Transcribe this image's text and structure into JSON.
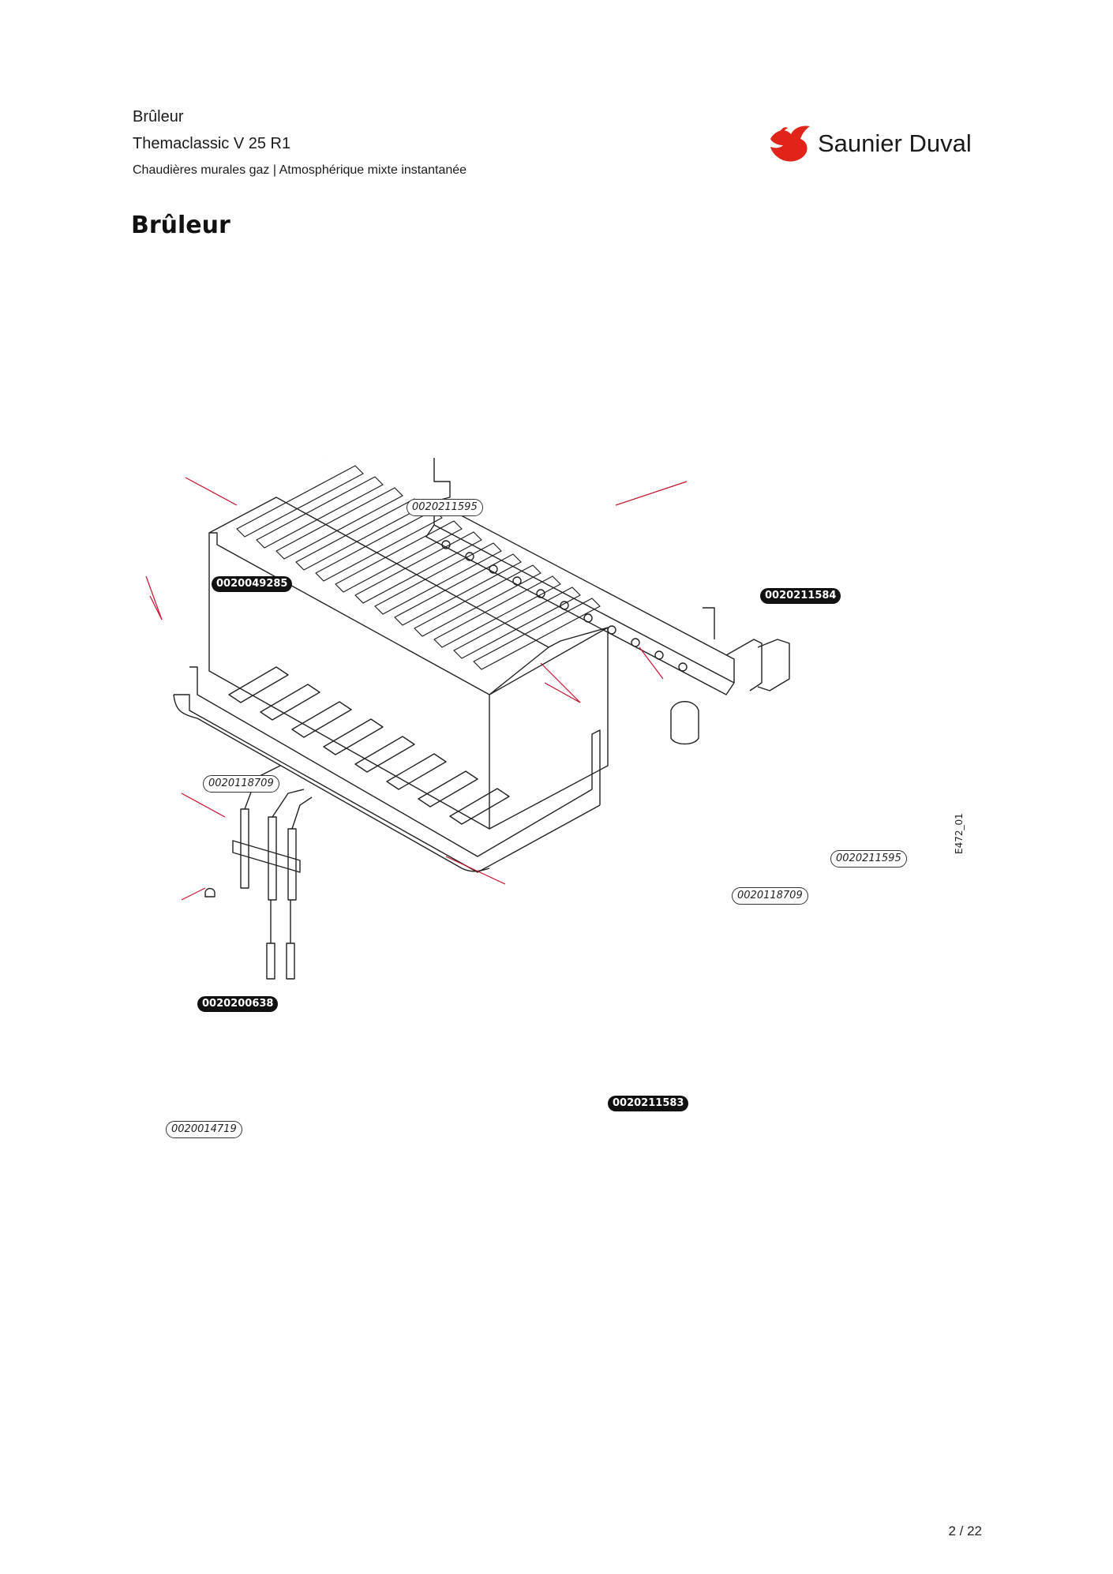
{
  "header": {
    "category": "Brûleur",
    "model": "Themaclassic V 25 R1",
    "subtitle": "Chaudières murales gaz | Atmosphérique mixte instantanée"
  },
  "brand": {
    "name": "Saunier Duval",
    "accent_color": "#e2231a",
    "icon": "bird-logo-icon"
  },
  "page_title": "Brûleur",
  "figure_code": "E472_01",
  "callouts": [
    {
      "id": "0020211595",
      "style": "outline"
    },
    {
      "id": "0020049285",
      "style": "filled"
    },
    {
      "id": "0020211584",
      "style": "filled"
    },
    {
      "id": "0020118709",
      "style": "outline"
    },
    {
      "id": "0020211595",
      "style": "outline"
    },
    {
      "id": "0020118709",
      "style": "outline"
    },
    {
      "id": "0020200638",
      "style": "filled"
    },
    {
      "id": "0020211583",
      "style": "filled"
    },
    {
      "id": "0020014719",
      "style": "outline"
    }
  ],
  "page_number": "2 / 22"
}
